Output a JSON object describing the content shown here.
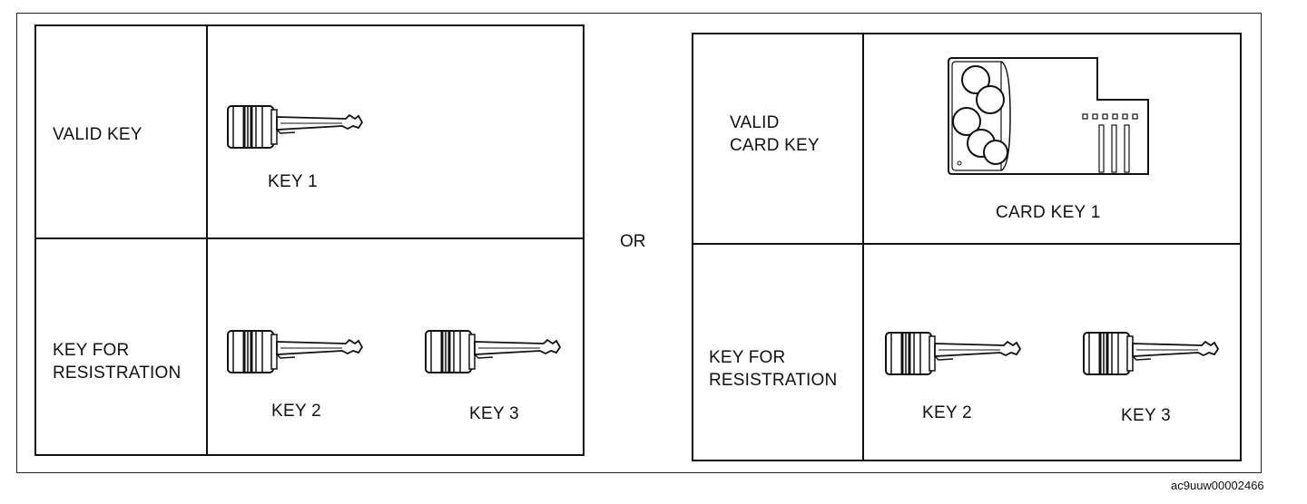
{
  "left_panel": {
    "valid_label": "VALID KEY",
    "reg_label": "KEY FOR\nRESISTRATION",
    "key1_caption": "KEY 1",
    "key2_caption": "KEY 2",
    "key3_caption": "KEY 3"
  },
  "connector": "OR",
  "right_panel": {
    "valid_label": "VALID\nCARD KEY",
    "card_caption": "CARD KEY 1",
    "reg_label": "KEY FOR\nRESISTRATION",
    "key2_caption": "KEY 2",
    "key3_caption": "KEY 3"
  },
  "figure_code": "ac9uuw00002466",
  "icons": {
    "key": "key-icon",
    "card_key": "card-key-icon"
  }
}
